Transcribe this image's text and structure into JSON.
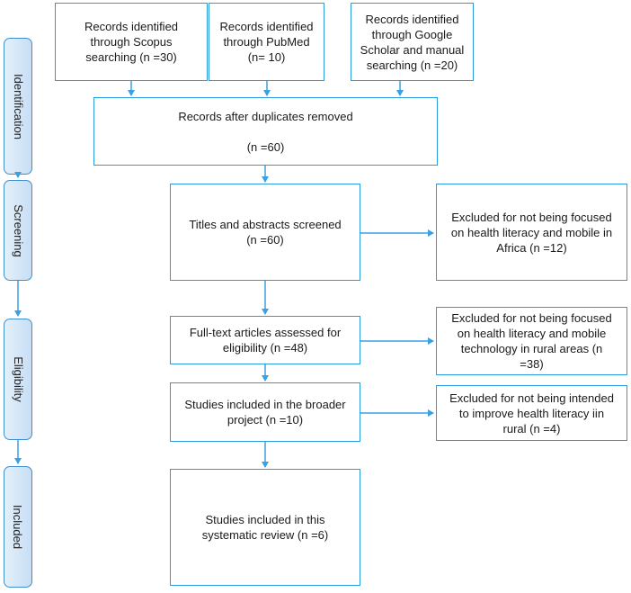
{
  "stages": [
    {
      "id": "identification",
      "label": "Identification"
    },
    {
      "id": "screening",
      "label": "Screening"
    },
    {
      "id": "eligibility",
      "label": "Eligibility"
    },
    {
      "id": "included",
      "label": "Included"
    }
  ],
  "boxes": {
    "scopus": "Records identified\nthrough Scopus\nsearching (n =30)",
    "pubmed": "Records identified\nthrough PubMed\n(n= 10)",
    "google": "Records identified\nthrough Google\nScholar and manual\nsearching (n =20)",
    "duplicates": "Records after duplicates removed\n\n(n =60)",
    "titles": "Titles and abstracts screened\n(n =60)",
    "excluded1": "Excluded for not being focused\non health literacy and mobile in\nAfrica (n =12)",
    "fulltext": "Full-text articles assessed for\neligibility (n =48)",
    "excluded2": "Excluded for not being focused\non health literacy and mobile\ntechnology in rural areas (n\n=38)",
    "broader": "Studies included in the broader\nproject (n =10)",
    "excluded3": "Excluded for not being intended\nto improve health literacy iin\nrural (n =4)",
    "included": "Studies included in this\nsystematic review (n =6)"
  },
  "colors": {
    "border": "#2b9be0",
    "arrow": "#3aa0e4",
    "stage_fill": "#d6e8f8"
  }
}
